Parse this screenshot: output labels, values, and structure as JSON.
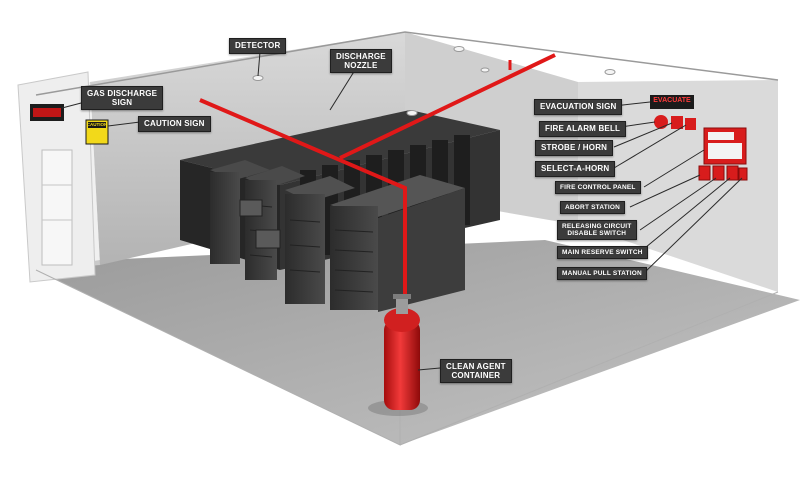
{
  "labels": {
    "detector": "DETECTOR",
    "discharge_nozzle": "DISCHARGE\nNOZZLE",
    "gas_discharge_sign": "GAS DISCHARGE\nSIGN",
    "caution_sign": "CAUTION SIGN",
    "evacuation_sign": "EVACUATION SIGN",
    "fire_alarm_bell": "FIRE ALARM BELL",
    "strobe_horn": "STROBE / HORN",
    "select_a_horn": "SELECT-A-HORN",
    "fire_control_panel": "FIRE CONTROL PANEL",
    "abort_station": "ABORT STATION",
    "releasing_circuit": "RELEASING CIRCUIT\nDISABLE SWITCH",
    "main_reserve_switch": "MAIN RESERVE SWITCH",
    "manual_pull_station": "MANUAL PULL STATION",
    "clean_agent_container": "CLEAN AGENT\nCONTAINER"
  },
  "signs": {
    "evacuate": "EVACUATE",
    "caution": "CAUTION"
  },
  "colors": {
    "pipe": "#e01818",
    "label_bg": "#3b3b3b",
    "panel_red": "#d81c1c"
  }
}
